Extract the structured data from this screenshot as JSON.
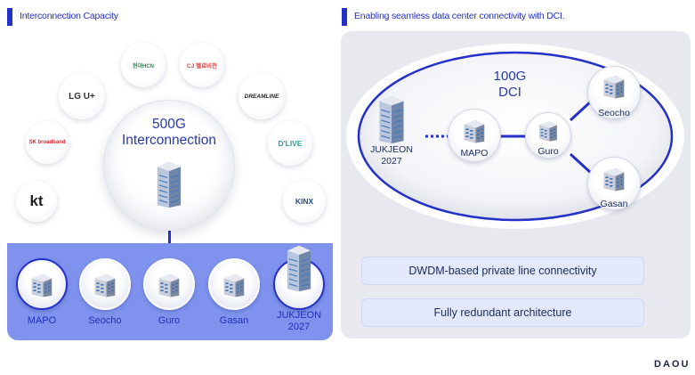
{
  "left_section": {
    "title": "Interconnection Capacity",
    "hub": {
      "line1": "500G",
      "line2": "Interconnection"
    },
    "partners": [
      {
        "name": "kt",
        "color": "#222222"
      },
      {
        "name": "SK broadband",
        "color": "#e0202a"
      },
      {
        "name": "LG U+",
        "color": "#333333"
      },
      {
        "name": "현대HCN",
        "color": "#2e8b57"
      },
      {
        "name": "CJ 헬로비전",
        "color": "#e03a3e"
      },
      {
        "name": "DREAMLINE",
        "color": "#222222"
      },
      {
        "name": "D'LIVE",
        "color": "#2a9d8f"
      },
      {
        "name": "KINX",
        "color": "#1d4e89"
      }
    ],
    "data_centers": [
      {
        "label_line1": "MAPO",
        "label_line2": ""
      },
      {
        "label_line1": "Seocho",
        "label_line2": ""
      },
      {
        "label_line1": "Guro",
        "label_line2": ""
      },
      {
        "label_line1": "Gasan",
        "label_line2": ""
      },
      {
        "label_line1": "JUKJEON",
        "label_line2": "2027"
      }
    ]
  },
  "right_section": {
    "title": "Enabling seamless data center connectivity with DCI.",
    "dci": {
      "line1": "100G",
      "line2": "DCI"
    },
    "nodes": [
      {
        "line1": "JUKJEON",
        "line2": "2027"
      },
      {
        "line1": "MAPO",
        "line2": ""
      },
      {
        "line1": "Guro",
        "line2": ""
      },
      {
        "line1": "Seocho",
        "line2": ""
      },
      {
        "line1": "Gasan",
        "line2": ""
      }
    ],
    "features": [
      "DWDM-based private line connectivity",
      "Fully redundant architecture"
    ]
  },
  "brand": "DAOU",
  "colors": {
    "accent": "#2430c8",
    "panel_blue": "#7f93ee",
    "panel_gray": "#e7e9ee"
  }
}
